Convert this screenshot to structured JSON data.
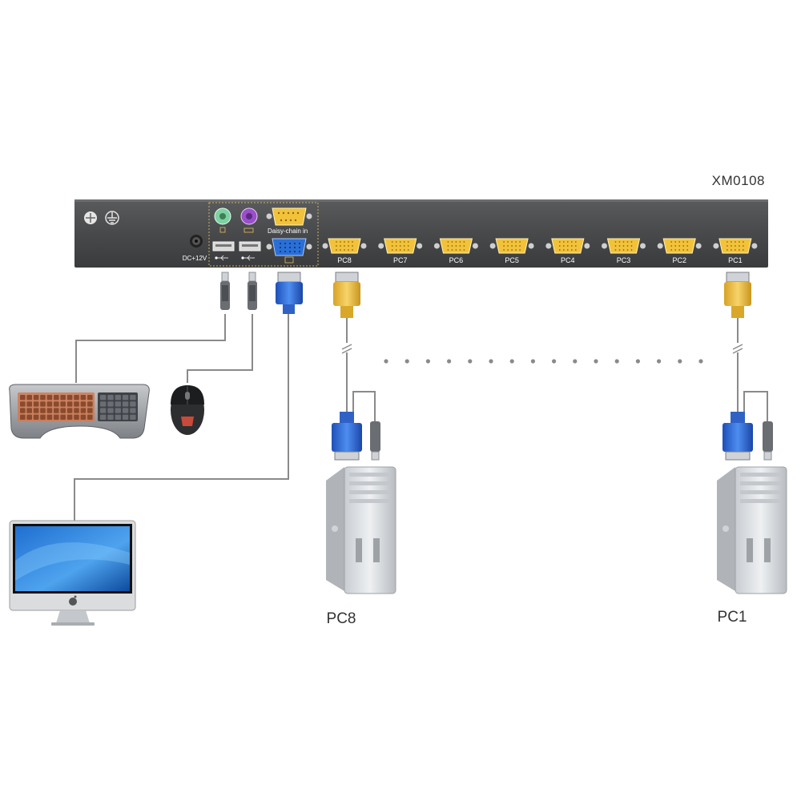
{
  "device": {
    "model": "XM0108",
    "daisy_chain_label": "Daisy-chain in",
    "power_label": "DC+12V",
    "ports": [
      "PC8",
      "PC7",
      "PC6",
      "PC5",
      "PC4",
      "PC3",
      "PC2",
      "PC1"
    ]
  },
  "computers": {
    "left_label": "PC8",
    "right_label": "PC1"
  },
  "colors": {
    "panel": "#48494b",
    "vga_blue": "#2a6fd6",
    "vga_yellow": "#f2c23a",
    "ps2_green": "#7fd1a1",
    "ps2_purple": "#9a4fc9",
    "cable": "#8a8a8a"
  },
  "icons": [
    "ground-icon",
    "keyboard-icon",
    "mouse-icon",
    "monitor-icon",
    "apple-logo-icon",
    "usb-icon"
  ]
}
